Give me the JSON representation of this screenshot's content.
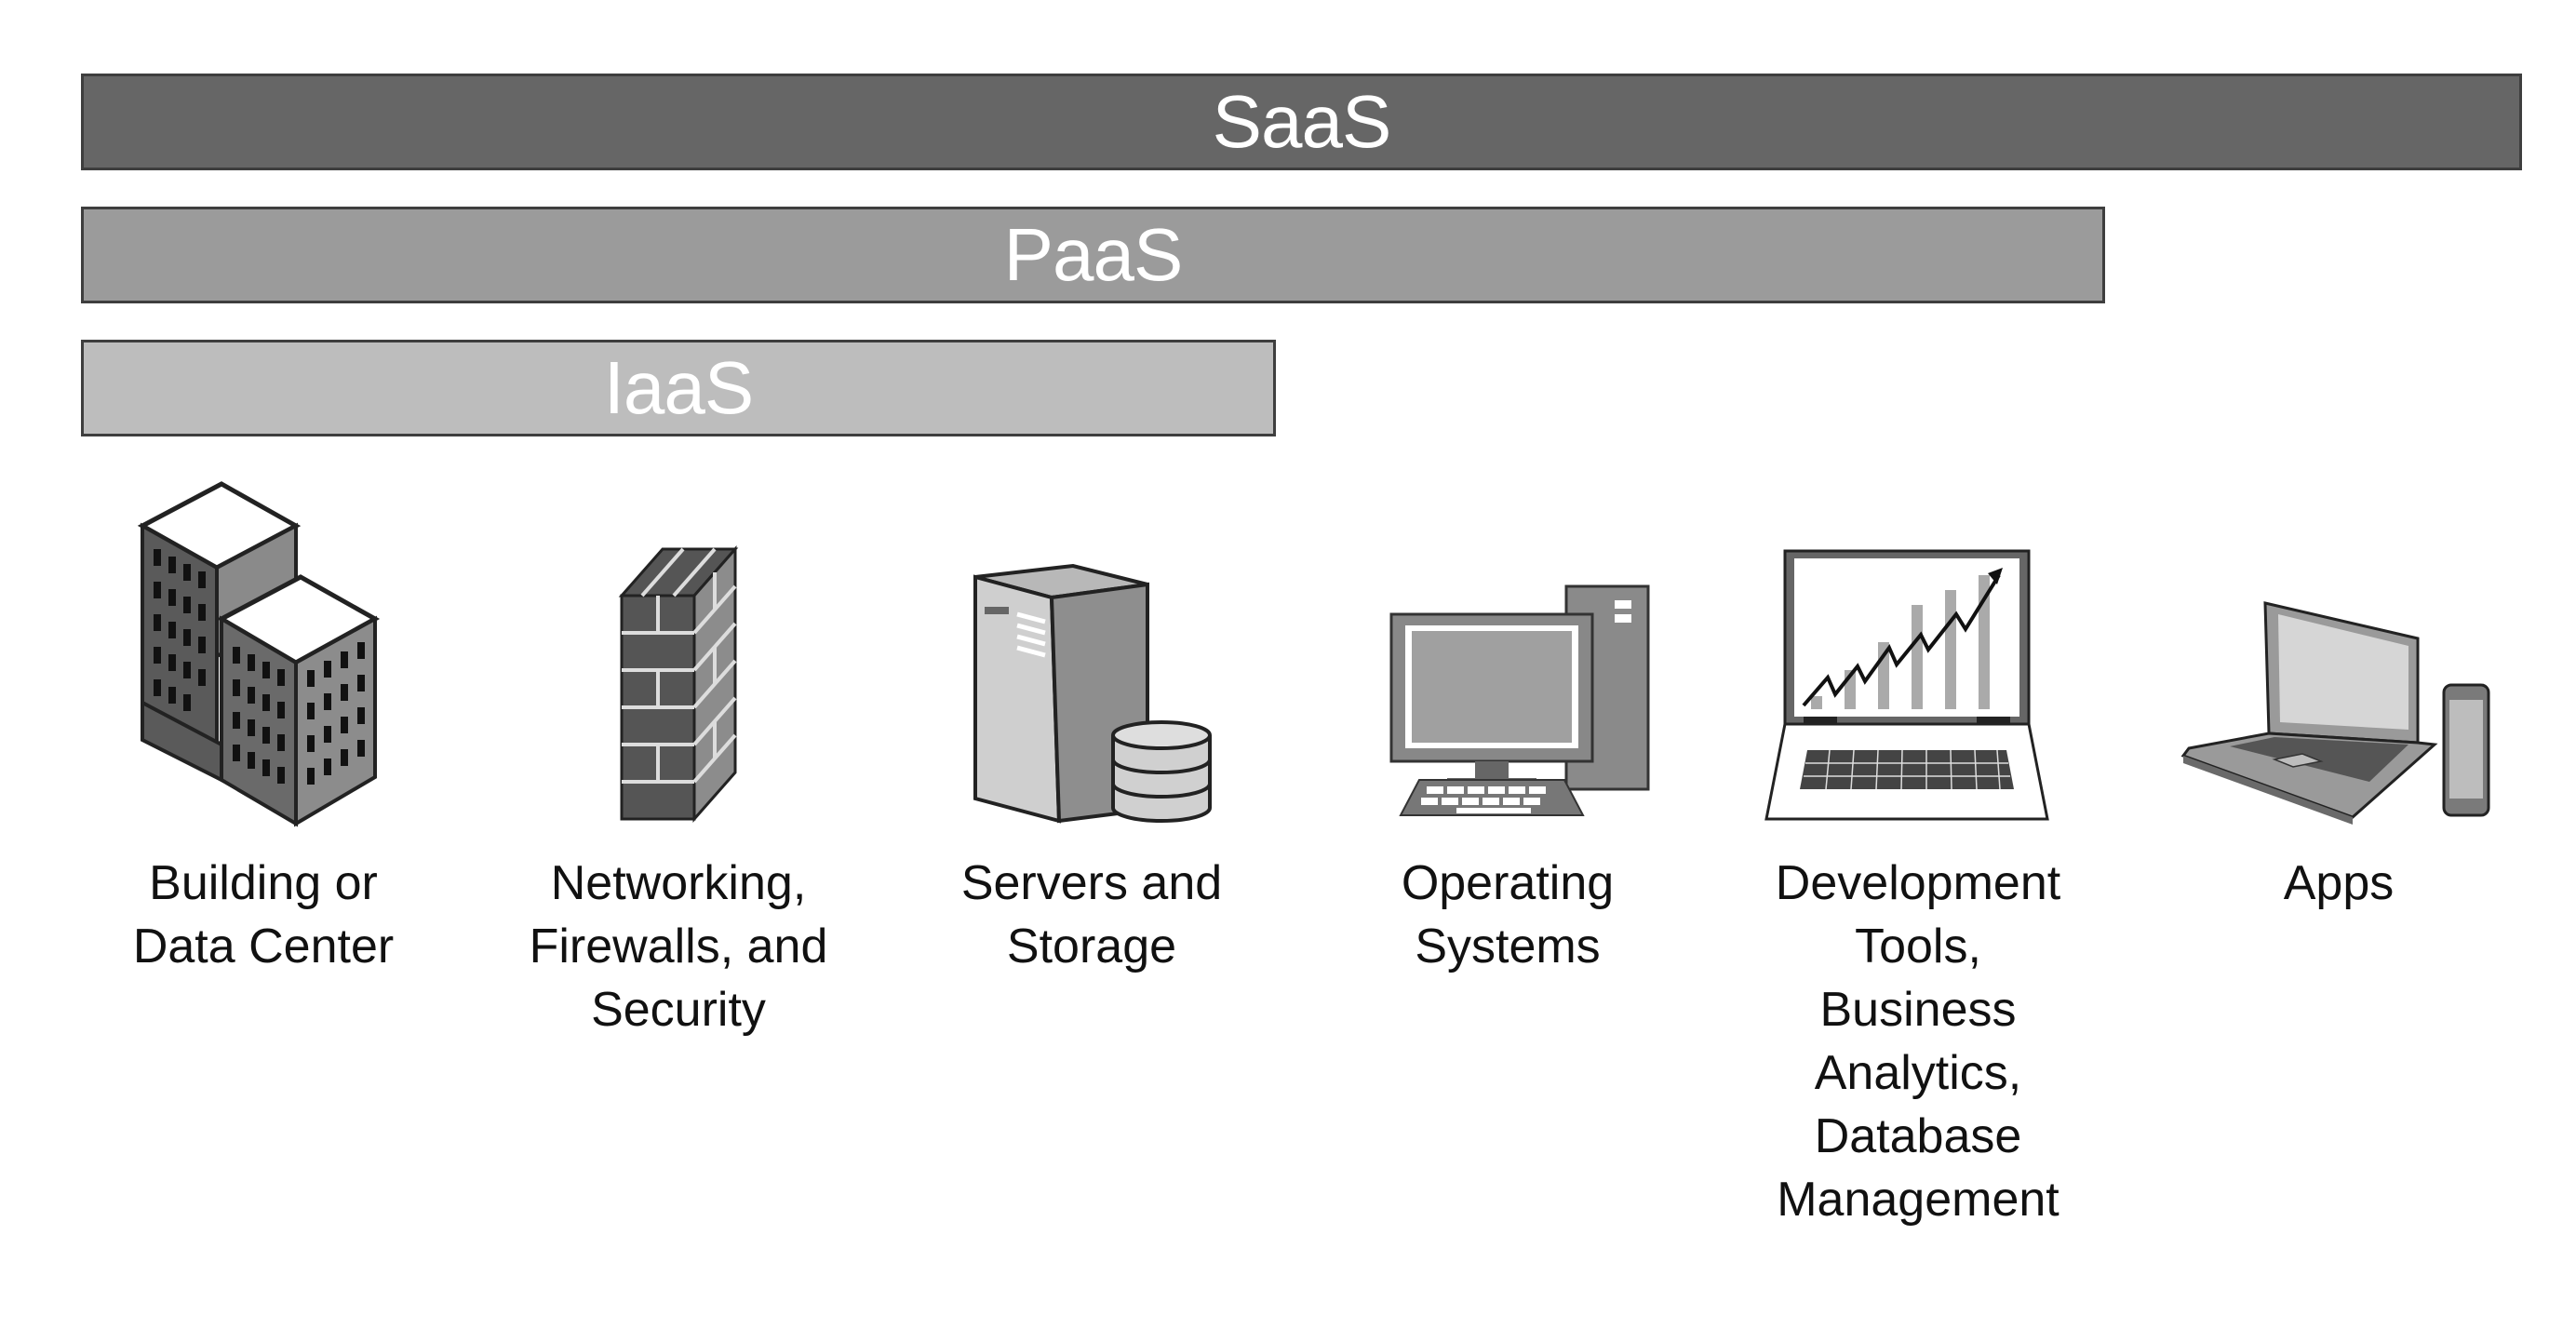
{
  "tiers": {
    "saas": "SaaS",
    "paas": "PaaS",
    "iaas": "IaaS"
  },
  "components": [
    {
      "label": "Building or\nData Center",
      "icon": "building-icon"
    },
    {
      "label": "Networking,\nFirewalls, and\nSecurity",
      "icon": "firewall-icon"
    },
    {
      "label": "Servers and\nStorage",
      "icon": "server-storage-icon"
    },
    {
      "label": "Operating\nSystems",
      "icon": "desktop-computer-icon"
    },
    {
      "label": "Development\nTools,\nBusiness\nAnalytics,\nDatabase\nManagement",
      "icon": "laptop-chart-icon"
    },
    {
      "label": "Apps",
      "icon": "laptop-phone-icon"
    }
  ],
  "colors": {
    "saas": "#666666",
    "paas": "#9b9b9b",
    "iaas": "#bdbdbd"
  }
}
